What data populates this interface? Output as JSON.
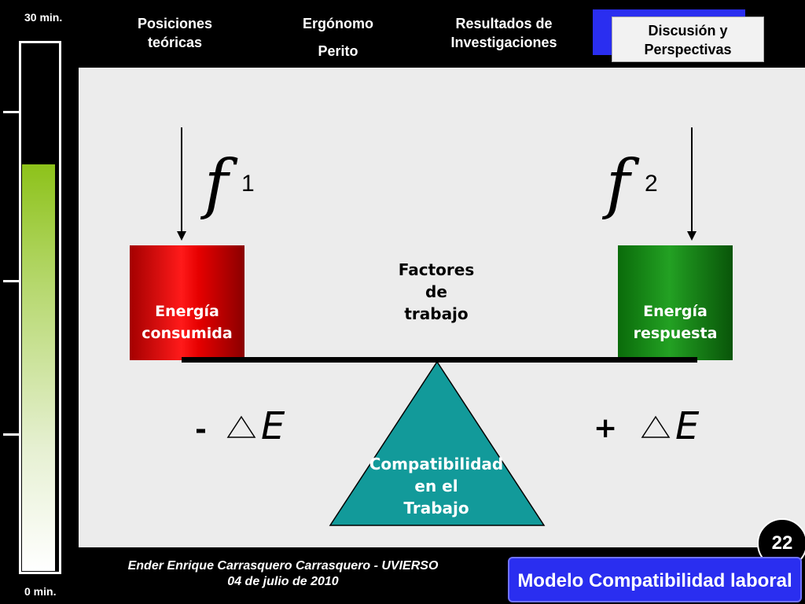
{
  "timer": {
    "top_label": "30 min.",
    "bottom_label": "0 min.",
    "fill_fraction": 0.77
  },
  "nav": {
    "items": [
      {
        "label": "Posiciones\nteóricas"
      },
      {
        "label": "Ergónomo"
      },
      {
        "label": "Perito"
      },
      {
        "label": "Resultados de\nInvestigaciones"
      }
    ],
    "active": {
      "label": "Discusión y\nPerspectivas"
    },
    "active_color": "#2a2ef0"
  },
  "diagram": {
    "f1_symbol": "f",
    "f1_sub": "1",
    "f2_symbol": "f",
    "f2_sub": "2",
    "left_box": "Energía\nconsumida",
    "right_box": "Energía\nrespuesta",
    "center_label": "Factores\nde\ntrabajo",
    "minus_sign": "-",
    "plus_sign": "+",
    "delta_symbol": "E",
    "triangle_label": "Compatibilidad\nen el\nTrabajo",
    "colors": {
      "left_box": "#e00000",
      "right_box": "#1b8b1b",
      "triangle": "#129a9a"
    }
  },
  "footer": {
    "author": "Ender Enrique Carrasquero Carrasquero - UVIERSO",
    "date": "04 de julio de 2010",
    "page_number": "22",
    "title": "Modelo Compatibilidad laboral"
  }
}
